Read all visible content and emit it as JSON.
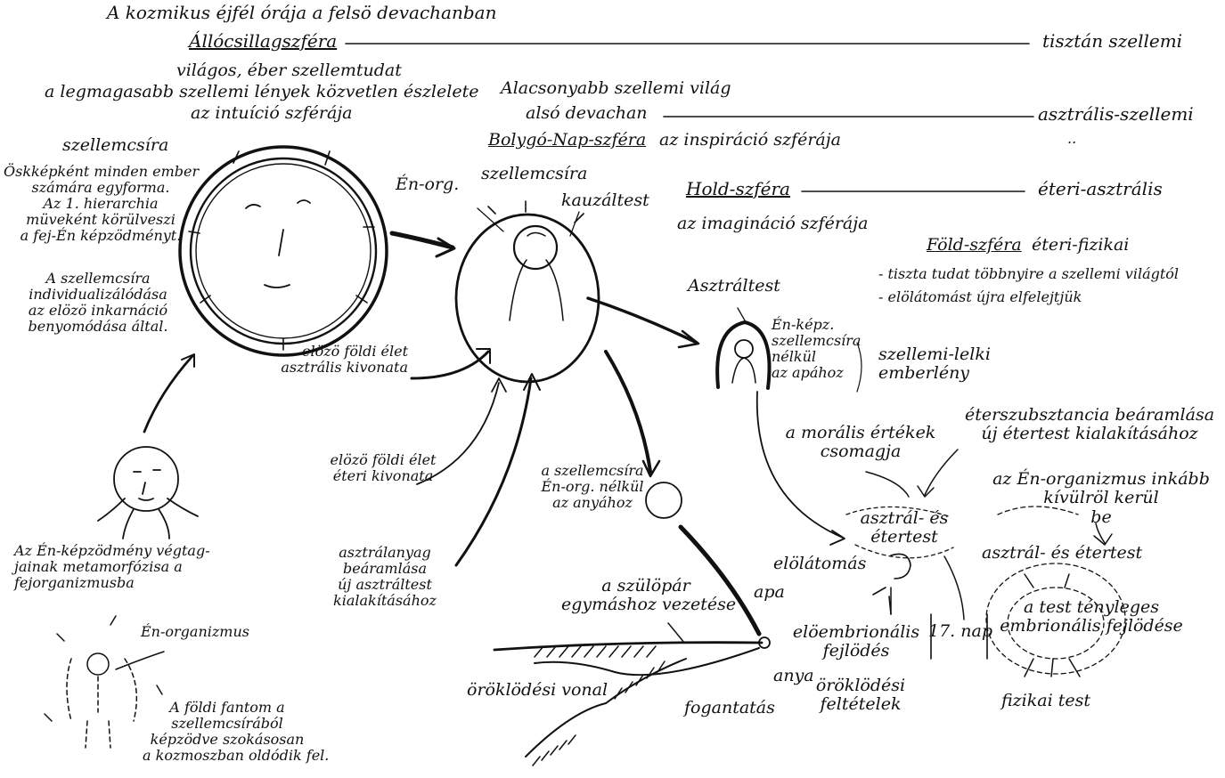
{
  "header": {
    "cosmic_midnight": "A kozmikus éjfél órája a felsö devachanban",
    "fixed_star_sphere": "Állócsillagszféra",
    "purely_spiritual": "tisztán szellemi",
    "clear_consciousness": "világos, éber szellemtudat",
    "highest_beings": "a legmagasabb szellemi lények közvetlen észlelete",
    "intuition_sphere": "az intuíció szférája"
  },
  "devachan": {
    "lower_world": "Alacsonyabb szellemi világ",
    "lower_devachan": "alsó devachan",
    "astral_spiritual": "asztrális-szellemi",
    "planet_sun_sphere": "Bolygó-Nap-szféra",
    "inspiration_sphere": "az inspiráció szférája",
    "dots": ".."
  },
  "moon": {
    "moon_sphere": "Hold-szféra",
    "etheric_astral": "éteri-asztrális",
    "imagination_sphere": "az imagináció szférája"
  },
  "earth": {
    "earth_sphere": "Föld-szféra",
    "etheric_physical": "éteri-fizikai",
    "note1": "- tiszta tudat többnyire a szellemi világtól",
    "note2": "- elölátomást újra elfelejtjük"
  },
  "left_column": {
    "spirit_germ": "szellemcsíra",
    "archetype_lines": [
      "Öskképként minden ember",
      "számára egyforma.",
      "Az 1. hierarchia",
      "müveként körülveszi",
      "a fej-Én képzödményt."
    ],
    "individualization_lines": [
      "A szellemcsíra",
      "individualizálódása",
      "az elözö inkarnáció",
      "benyomódása által."
    ]
  },
  "center": {
    "en_org": "Én-org.",
    "spirit_germ": "szellemcsíra",
    "causal_body": "kauzáltest",
    "prev_astral_lines": [
      "elözö földi élet",
      "asztrális kivonata"
    ],
    "prev_etheric_lines": [
      "elözö földi élet",
      "éteri kivonata"
    ],
    "astral_inflow_lines": [
      "asztrálanyag",
      "beáramlása",
      "új asztráltest",
      "kialakításához"
    ]
  },
  "right_figure": {
    "astral_body": "Asztráltest",
    "germ_to_father_lines": [
      "Én-képz.",
      "szellemcsíra",
      "nélkül",
      "az apához"
    ],
    "spirit_soul_lines": [
      "szellemi-lelki",
      "emberlény"
    ]
  },
  "mother_branch": {
    "germ_to_mother_lines": [
      "a szellemcsíra",
      "Én-org. nélkül",
      "az anyához"
    ]
  },
  "lower_left": {
    "metamorphosis_lines": [
      "Az Én-képzödmény végtag-",
      "jainak metamorfózisa a",
      "fejorganizmusba"
    ],
    "en_organism": "Én-organizmus",
    "phantom_lines": [
      "A földi fantom a",
      "szellemcsírából",
      "képzödve szokásosan",
      "a kozmoszban oldódik fel."
    ]
  },
  "bottom": {
    "parents_lines": [
      "a szülöpár",
      "egymáshoz vezetése"
    ],
    "father": "apa",
    "mother": "anya",
    "heredity_line": "öröklödési vonal",
    "conception": "fogantatás",
    "preembryonic_lines": [
      "elöembrionális",
      "fejlödés"
    ],
    "heredity_conditions_lines": [
      "öröklödési",
      "feltételek"
    ],
    "day17": "17. nap"
  },
  "right_lower": {
    "moral_values_lines": [
      "a morális értékek",
      "csomagja"
    ],
    "ether_inflow_lines": [
      "éterszubsztancia beáramlása",
      "új étertest kialakításához"
    ],
    "en_organism_outside_lines": [
      "az Én-organizmus inkább",
      "kívülröl kerül",
      "be"
    ],
    "astral_ether_left_lines": [
      "asztrál- és",
      "étertest"
    ],
    "astral_ether_right": "asztrál- és étertest",
    "foreseeing": "elölátomás",
    "embryonic_lines": [
      "a test tényleges",
      "embrionális fejlödése"
    ],
    "physical_body": "fizikai test"
  }
}
